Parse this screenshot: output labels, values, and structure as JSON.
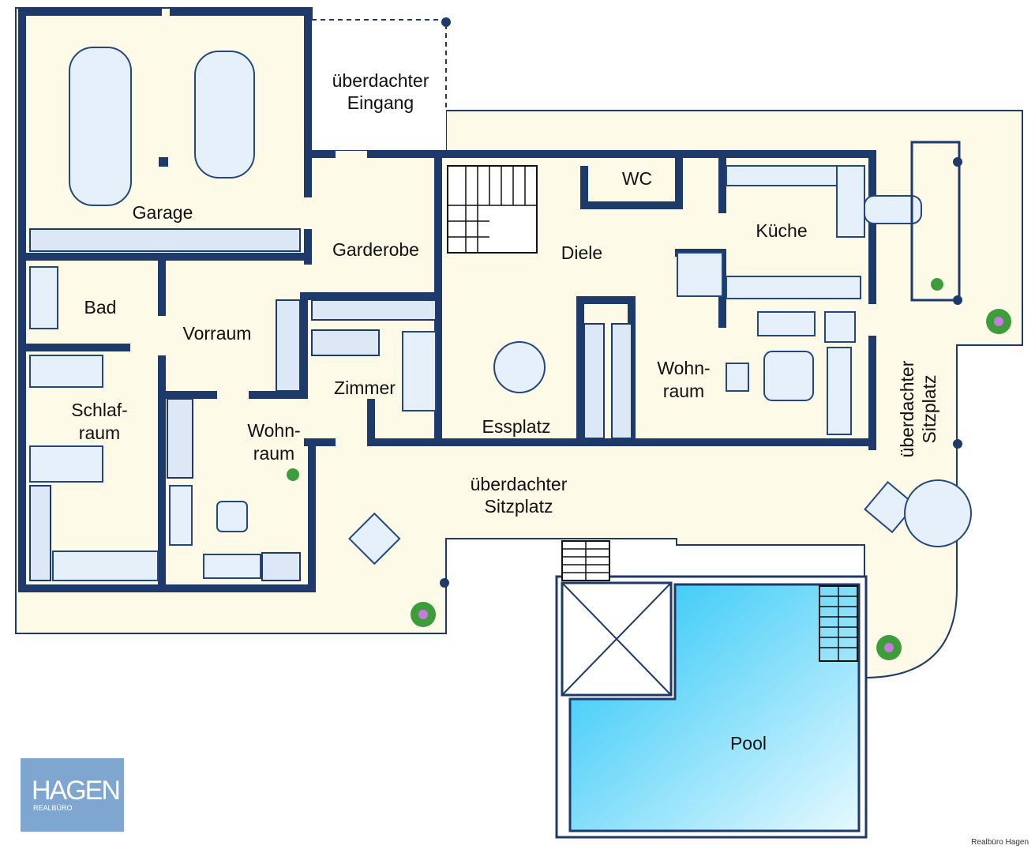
{
  "rooms": {
    "covered_entrance": [
      "überdachter",
      "Eingang"
    ],
    "garage": "Garage",
    "garderobe": "Garderobe",
    "diele": "Diele",
    "wc": "WC",
    "kueche": "Küche",
    "bad": "Bad",
    "vorraum": "Vorraum",
    "zimmer": "Zimmer",
    "essplatz": "Essplatz",
    "wohnraum_main": [
      "Wohn-",
      "raum"
    ],
    "schlafraum": [
      "Schlaf-",
      "raum"
    ],
    "wohnraum_small": [
      "Wohn-",
      "raum"
    ],
    "covered_seating_south": [
      "überdachter",
      "Sitzplatz"
    ],
    "covered_seating_east": [
      "überdachter",
      "Sitzplatz"
    ],
    "pool": "Pool"
  },
  "logo": {
    "name": "HAGEN",
    "sub": "REALBÜRO"
  },
  "credit": "Realbüro Hagen",
  "colors": {
    "wall": "#1d3a6b",
    "floor": "#fdfbe8",
    "pool": "#2ec8f5"
  }
}
